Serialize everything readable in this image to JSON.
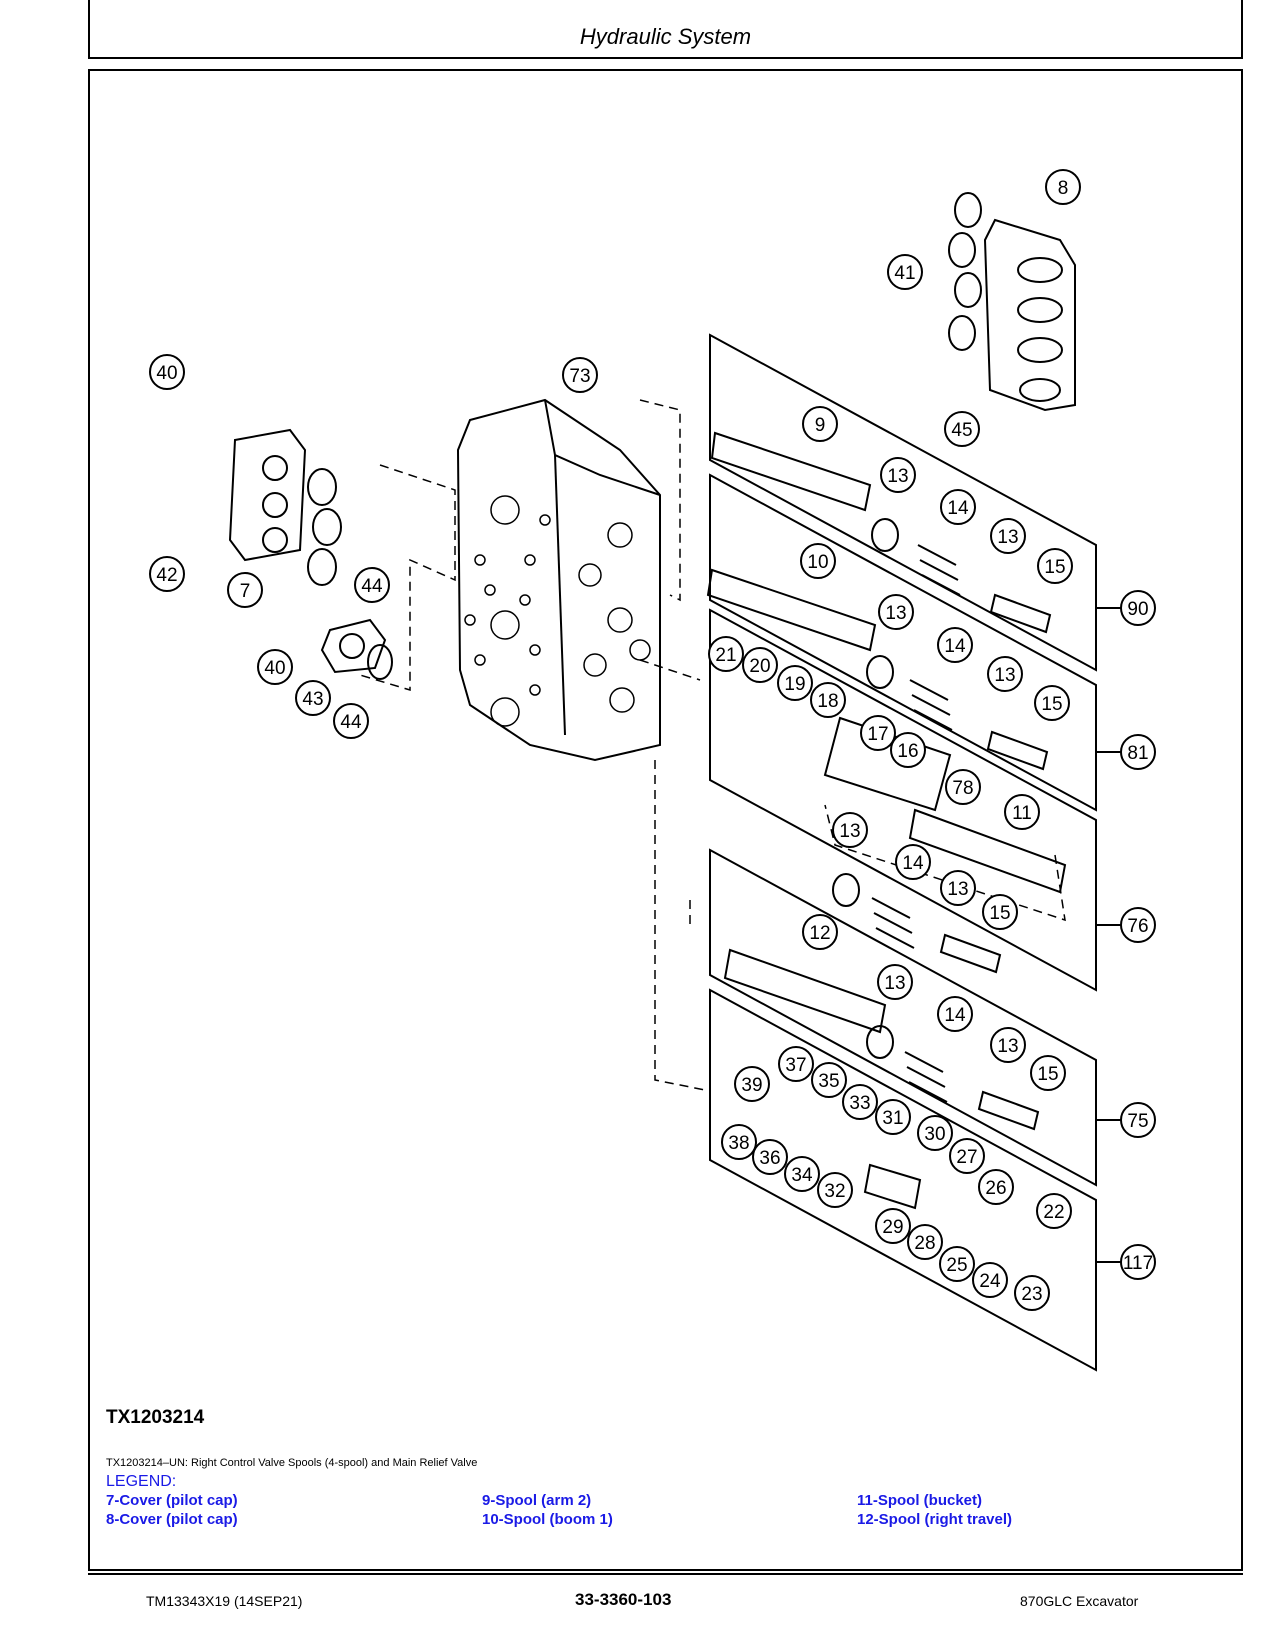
{
  "header": {
    "title": "Hydraulic System"
  },
  "figure": {
    "id": "TX1203214",
    "caption": "TX1203214–UN: Right Control Valve Spools (4-spool) and Main Relief Valve",
    "callouts": [
      "40",
      "73",
      "8",
      "41",
      "45",
      "9",
      "13",
      "14",
      "13",
      "15",
      "90",
      "10",
      "13",
      "14",
      "13",
      "15",
      "81",
      "21",
      "20",
      "19",
      "18",
      "17",
      "16",
      "78",
      "11",
      "13",
      "14",
      "13",
      "15",
      "76",
      "12",
      "13",
      "14",
      "13",
      "15",
      "75",
      "39",
      "37",
      "35",
      "33",
      "31",
      "38",
      "36",
      "34",
      "32",
      "30",
      "27",
      "26",
      "22",
      "29",
      "28",
      "25",
      "24",
      "23",
      "117",
      "42",
      "7",
      "44",
      "40",
      "43",
      "44"
    ]
  },
  "legend": {
    "heading": "LEGEND:",
    "items": [
      "7-Cover (pilot cap)",
      "8-Cover (pilot cap)",
      "9-Spool (arm 2)",
      "10-Spool (boom 1)",
      "11-Spool (bucket)",
      "12-Spool (right travel)"
    ]
  },
  "footer": {
    "manual": "TM13343X19 (14SEP21)",
    "page": "33-3360-103",
    "machine": "870GLC Excavator"
  },
  "colors": {
    "legend_text": "#1a1ae6",
    "ink": "#000000"
  }
}
